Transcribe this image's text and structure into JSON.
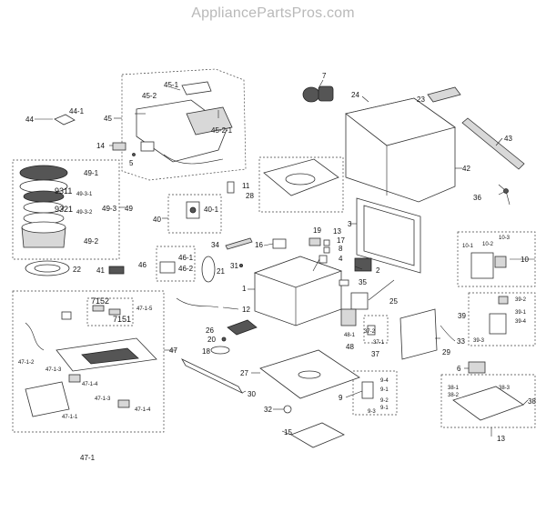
{
  "watermark": "AppliancePartsPros.com",
  "callouts": {
    "c1": "1",
    "c2": "2",
    "c3": "3",
    "c4": "4",
    "c5": "5",
    "c6": "6",
    "c7": "7",
    "c8": "8",
    "c9": "9",
    "c10": "10",
    "c11": "11",
    "c12": "12",
    "c13a": "13",
    "c13b": "13",
    "c14": "14",
    "c15": "15",
    "c16": "16",
    "c17": "17",
    "c18": "18",
    "c19": "19",
    "c20": "20",
    "c21": "21",
    "c22": "22",
    "c23": "23",
    "c24": "24",
    "c25": "25",
    "c26": "26",
    "c27": "27",
    "c28": "28",
    "c29": "29",
    "c30": "30",
    "c31": "31",
    "c32": "32",
    "c33": "33",
    "c34": "34",
    "c35": "35",
    "c36": "36",
    "c37": "37",
    "c38": "38",
    "c39": "39",
    "c40": "40",
    "c41": "41",
    "c42": "42",
    "c43": "43",
    "c44": "44",
    "c45": "45",
    "c46": "46",
    "c47": "47",
    "c48": "48",
    "c49": "49",
    "c44_1": "44-1",
    "c45_1": "45-1",
    "c45_2": "45-2",
    "c45_2_1": "45-2-1",
    "c49_1": "49-1",
    "c49_2": "49-2",
    "c49_3": "49-3",
    "c49_3_1": "49-3-1",
    "c49_3_2": "49-3-2",
    "c9311": "9311",
    "c9321": "9321",
    "c40_1": "40-1",
    "c46_1": "46-1",
    "c46_2": "46-2",
    "c47_1": "47-1",
    "c47_1_1": "47-1-1",
    "c47_1_2": "47-1-2",
    "c47_1_3a": "47-1-3",
    "c47_1_3b": "47-1-3",
    "c47_1_4a": "47-1-4",
    "c47_1_4b": "47-1-4",
    "c47_1_5": "47-1-5",
    "c7152": "7152",
    "c7151": "7151",
    "c48_1": "48-1",
    "c37_1": "37-1",
    "c37_2": "37-2",
    "c9_1a": "9-1",
    "c9_1b": "9-1",
    "c9_2": "9-2",
    "c9_3": "9-3",
    "c9_4": "9-4",
    "c10_1": "10-1",
    "c10_2": "10-2",
    "c10_3": "10-3",
    "c39_1": "39-1",
    "c39_2": "39-2",
    "c39_3": "39-3",
    "c39_4": "39-4",
    "c38_1": "38-1",
    "c38_2": "38-2",
    "c38_3": "38-3"
  }
}
